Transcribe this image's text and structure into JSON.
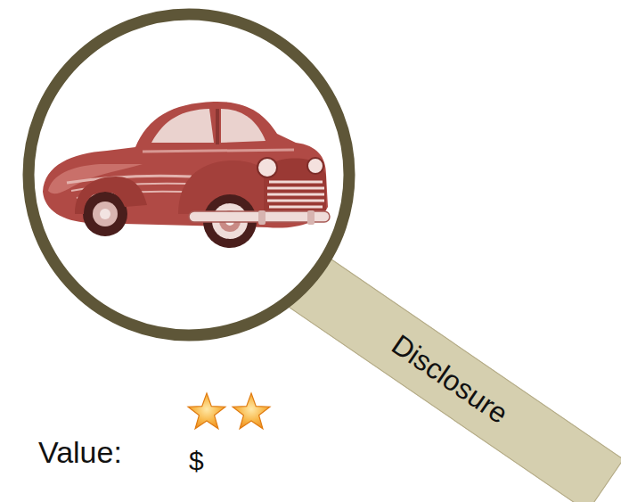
{
  "diagram": {
    "nodes": [
      {
        "text": [
          "Disclosure"
        ]
      }
    ],
    "labels": [
      "Value:",
      "$"
    ]
  }
}
